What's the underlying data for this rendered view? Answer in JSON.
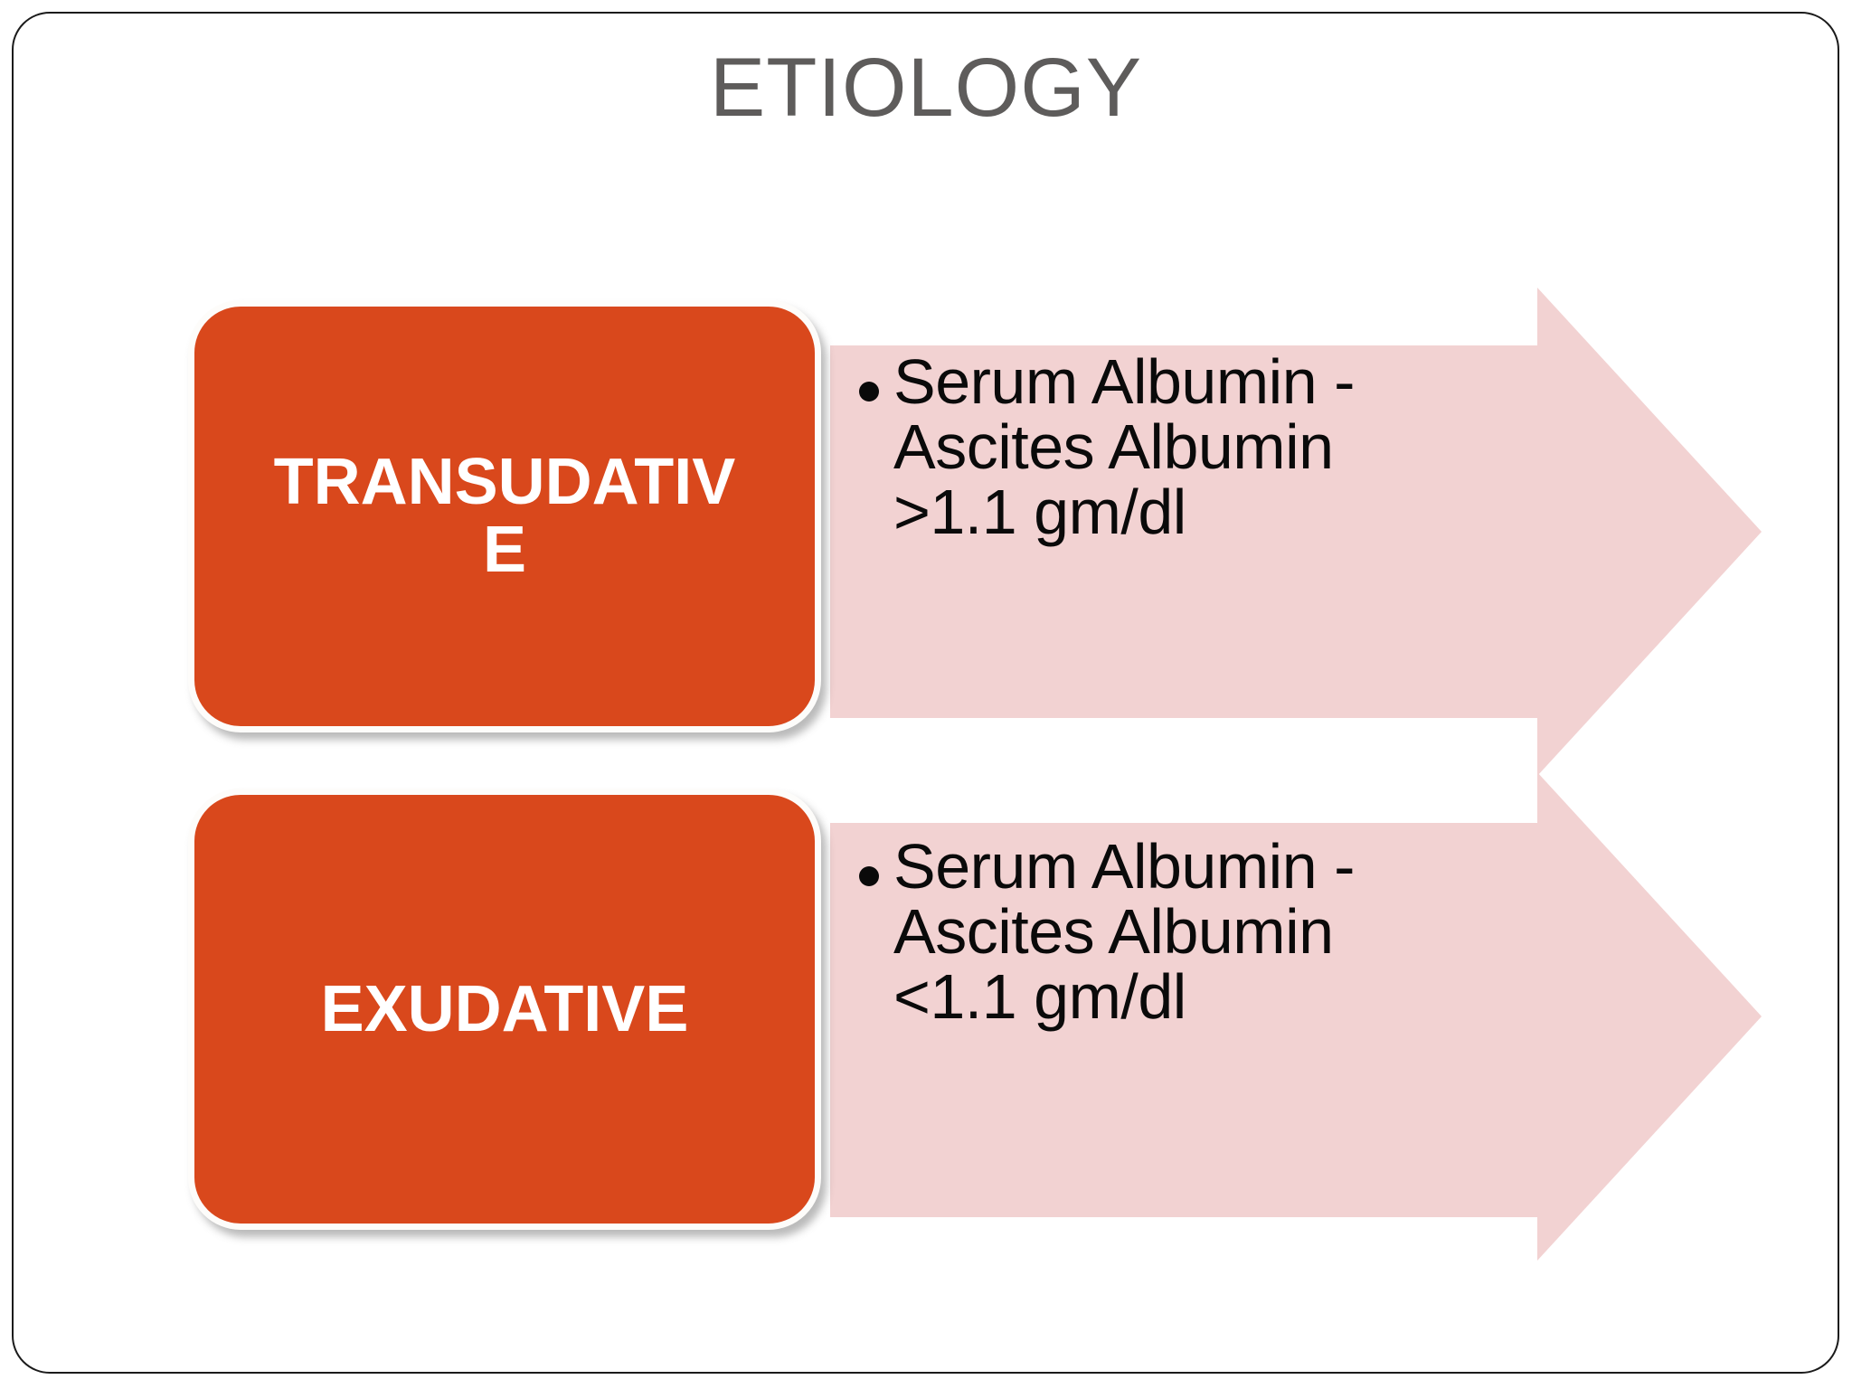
{
  "slide": {
    "title": "ETIOLOGY",
    "title_color": "#5e5c5b",
    "background": "#ffffff",
    "frame_color": "#1b1b1b"
  },
  "theme": {
    "accent_orange": "#d9481c",
    "arrow_pink": "#f2d2d2",
    "box_text_color": "#ffffff",
    "bullet_text_color": "#0a0a0a"
  },
  "rows": [
    {
      "category": "TRANSUDATIVE",
      "category_line_1": "TRANSUDATIV",
      "category_line_2": "E",
      "bullet": "Serum Albumin - Ascites Albumin >1.1 gm/dl",
      "bullet_line_1": "Serum Albumin -",
      "bullet_line_2": "Ascites Albumin",
      "bullet_line_3": ">1.1 gm/dl",
      "comparator": ">1.1 gm/dl"
    },
    {
      "category": "EXUDATIVE",
      "category_line_1": "EXUDATIVE",
      "category_line_2": "",
      "bullet": "Serum Albumin - Ascites Albumin <1.1 gm/dl",
      "bullet_line_1": "Serum Albumin -",
      "bullet_line_2": "Ascites Albumin",
      "bullet_line_3": "<1.1 gm/dl",
      "comparator": "<1.1 gm/dl"
    }
  ]
}
